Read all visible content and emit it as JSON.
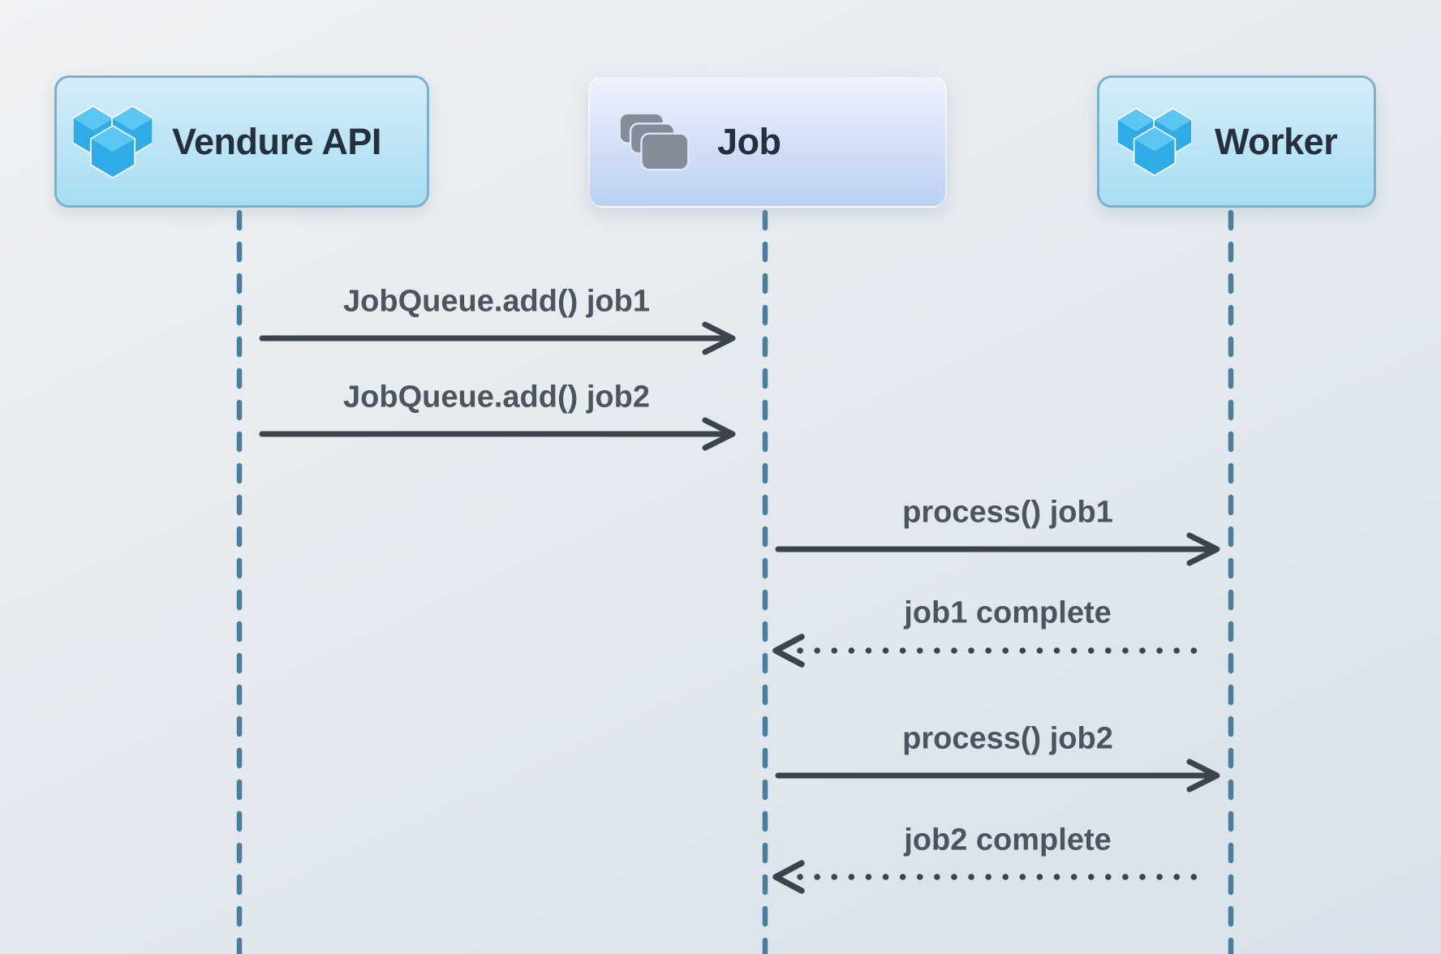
{
  "diagram": {
    "type": "sequence",
    "actors": [
      {
        "id": "vendure-api",
        "label": "Vendure API",
        "icon": "vendure-cubes-icon"
      },
      {
        "id": "job",
        "label": "Job",
        "icon": "job-stack-icon"
      },
      {
        "id": "worker",
        "label": "Worker",
        "icon": "vendure-cubes-icon"
      }
    ],
    "messages": [
      {
        "from": "vendure-api",
        "to": "job",
        "label": "JobQueue.add() job1",
        "line": "solid",
        "arrow": "open-right"
      },
      {
        "from": "vendure-api",
        "to": "job",
        "label": "JobQueue.add() job2",
        "line": "solid",
        "arrow": "open-right"
      },
      {
        "from": "job",
        "to": "worker",
        "label": "process() job1",
        "line": "solid",
        "arrow": "open-right"
      },
      {
        "from": "worker",
        "to": "job",
        "label": "job1 complete",
        "line": "dotted",
        "arrow": "open-left"
      },
      {
        "from": "job",
        "to": "worker",
        "label": "process() job2",
        "line": "solid",
        "arrow": "open-right"
      },
      {
        "from": "worker",
        "to": "job",
        "label": "job2 complete",
        "line": "dotted",
        "arrow": "open-left"
      }
    ],
    "colors": {
      "background_top": "#eff1f3",
      "background_bottom": "#d8e1e9",
      "actor_cyan_fill_top": "#d4edf9",
      "actor_cyan_fill_bottom": "#a7ddf3",
      "actor_cyan_border": "#7db0ca",
      "actor_blue_fill_top": "#eff3fd",
      "actor_blue_fill_bottom": "#bcd0f3",
      "actor_text": "#262f3d",
      "message_text": "#4b545f",
      "arrow": "#3b434c",
      "lifeline": "#4a7e9c",
      "logo_blue": "#2fabe7",
      "logo_blue_light": "#5cc6f2",
      "job_icon_gray": "#858c97"
    }
  }
}
